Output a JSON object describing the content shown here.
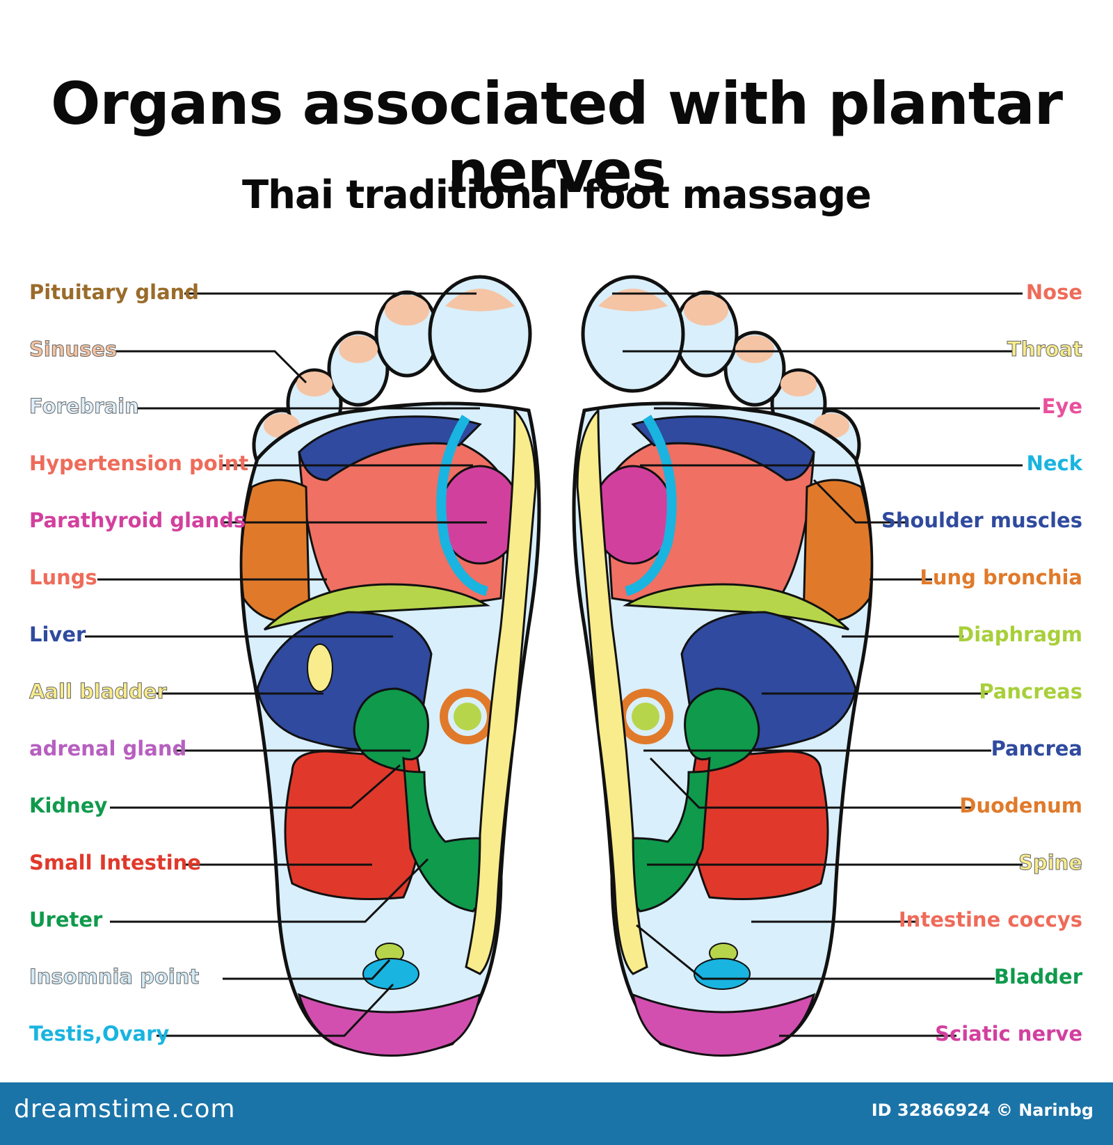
{
  "title": "Organs associated with plantar nerves",
  "subtitle": "Thai traditional foot massage",
  "left_labels": [
    {
      "text": "Pituitary gland",
      "color": "#9a6b2a"
    },
    {
      "text": "Sinuses",
      "color": "#f5c4a4"
    },
    {
      "text": "Forebrain",
      "color": "#dff0fb"
    },
    {
      "text": "Hypertension point",
      "color": "#ee6b5a"
    },
    {
      "text": "Parathyroid glands",
      "color": "#d2409e"
    },
    {
      "text": "Lungs",
      "color": "#ee6b5a"
    },
    {
      "text": "Liver",
      "color": "#2f4a9e"
    },
    {
      "text": "Aall bladder",
      "color": "#f8ec8c"
    },
    {
      "text": "adrenal gland",
      "color": "#b75fc0"
    },
    {
      "text": "Kidney",
      "color": "#0f9a4c"
    },
    {
      "text": "Small Intestine",
      "color": "#e0392b"
    },
    {
      "text": "Ureter",
      "color": "#0f9a4c"
    },
    {
      "text": "Insomnia point",
      "color": "#d5ecf8"
    },
    {
      "text": "Testis,Ovary",
      "color": "#19b4e0"
    }
  ],
  "right_labels": [
    {
      "text": "Nose",
      "color": "#ee6b5a"
    },
    {
      "text": "Throat",
      "color": "#f8ec8c"
    },
    {
      "text": "Eye",
      "color": "#e9509c"
    },
    {
      "text": "Neck",
      "color": "#19b4e0"
    },
    {
      "text": "Shoulder muscles",
      "color": "#2f4a9e"
    },
    {
      "text": "Lung bronchia",
      "color": "#e07a2a"
    },
    {
      "text": "Diaphragm",
      "color": "#a8cf3a"
    },
    {
      "text": "Pancreas",
      "color": "#a8cf3a"
    },
    {
      "text": "Pancrea",
      "color": "#2f4a9e"
    },
    {
      "text": "Duodenum",
      "color": "#e07a2a"
    },
    {
      "text": "Spine",
      "color": "#f8ec8c"
    },
    {
      "text": "Intestine coccys",
      "color": "#ee6b5a"
    },
    {
      "text": "Bladder",
      "color": "#0f9a4c"
    },
    {
      "text": "Sciatic nerve",
      "color": "#d2409e"
    }
  ],
  "footer": {
    "brand": "dreamstime.com",
    "credit": "ID 32866924 © Narinbg",
    "bg_color": "#1b74a8"
  }
}
